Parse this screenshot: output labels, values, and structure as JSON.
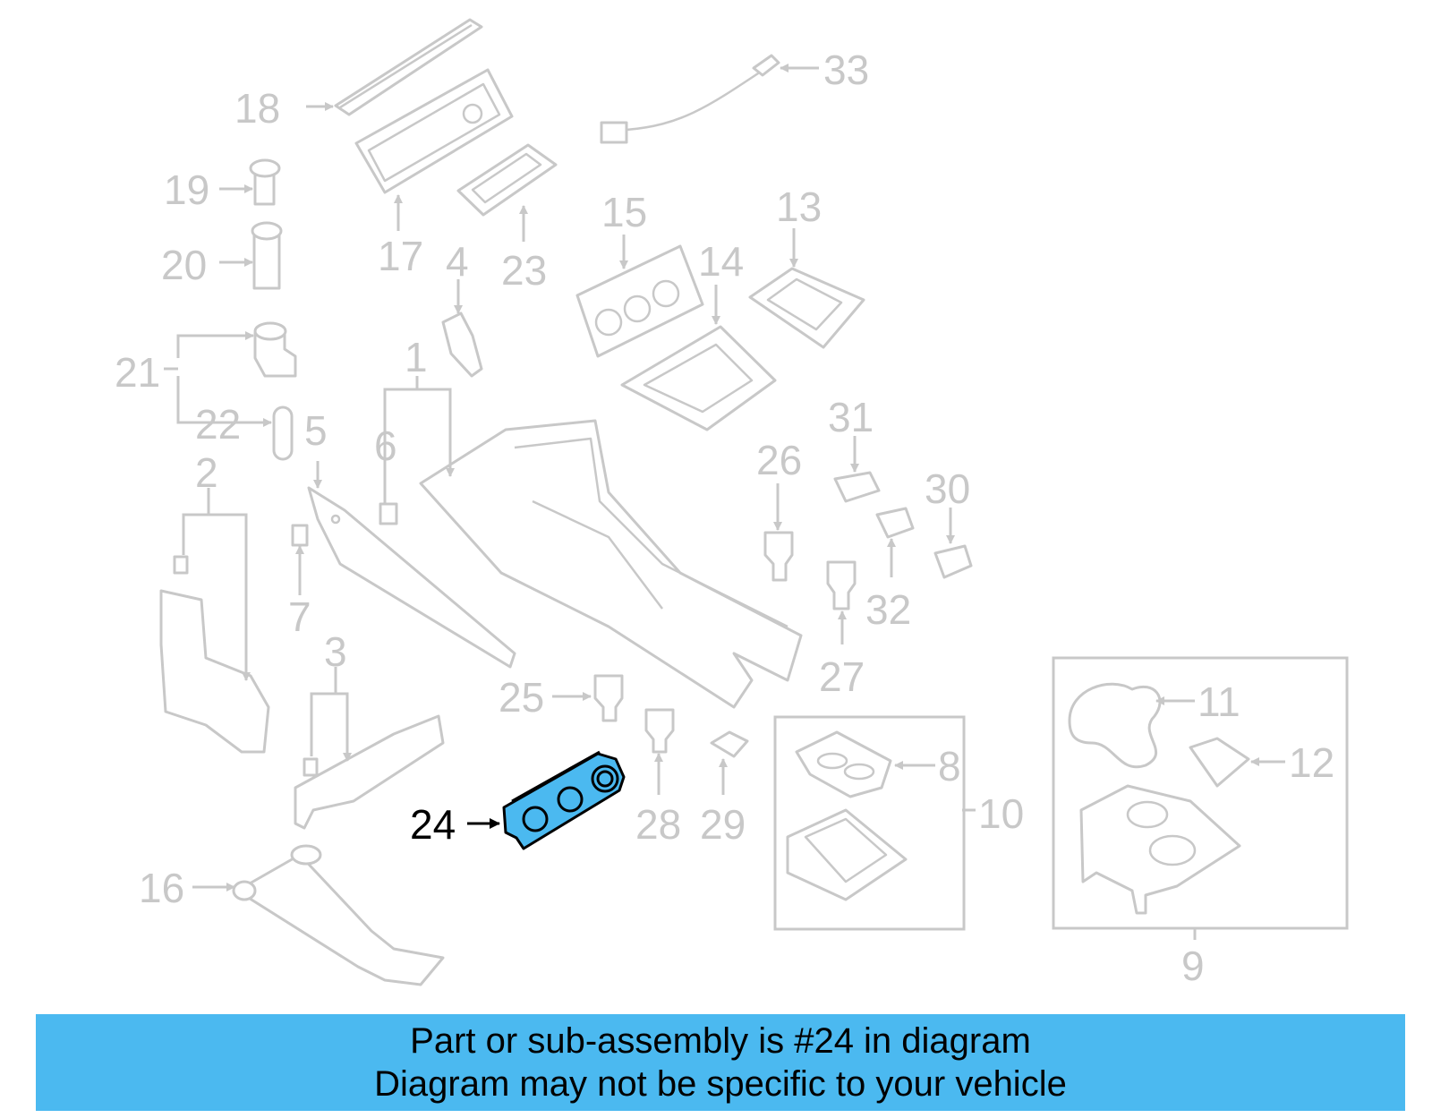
{
  "diagram": {
    "highlight_color": "#4bb9f0",
    "highlight_callout": "24",
    "callouts": [
      "1",
      "2",
      "3",
      "4",
      "5",
      "6",
      "7",
      "8",
      "9",
      "10",
      "11",
      "12",
      "13",
      "14",
      "15",
      "16",
      "17",
      "18",
      "19",
      "20",
      "21",
      "22",
      "23",
      "24",
      "25",
      "26",
      "27",
      "28",
      "29",
      "30",
      "31",
      "32",
      "33"
    ]
  },
  "banner": {
    "line1": "Part or sub-assembly is #24 in diagram",
    "line2": "Diagram may not be specific to your vehicle",
    "background": "#4bb9f0"
  }
}
